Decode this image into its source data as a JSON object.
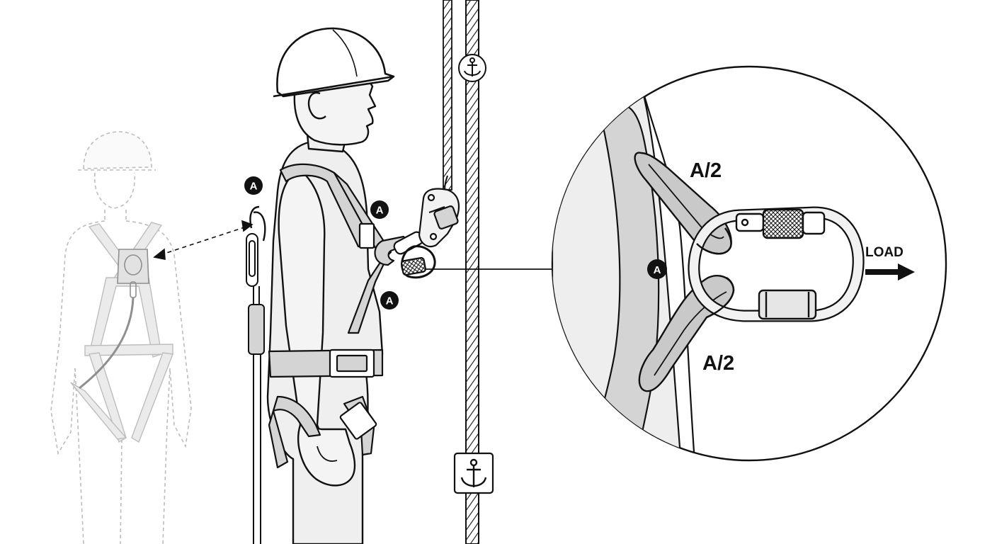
{
  "labels": {
    "callout_marker": "A",
    "sling_upper": "A/2",
    "sling_lower": "A/2",
    "load": "LOAD"
  },
  "icons": {
    "anchor_upper": "anchor-icon",
    "anchor_lower": "anchor-icon",
    "load_arrow": "arrow-right-icon"
  },
  "colors": {
    "line": "#111111",
    "strap_fill": "#d4d4d4",
    "body_fill": "#efefef",
    "ghost_line": "#bdbdbd",
    "background": "#ffffff"
  }
}
